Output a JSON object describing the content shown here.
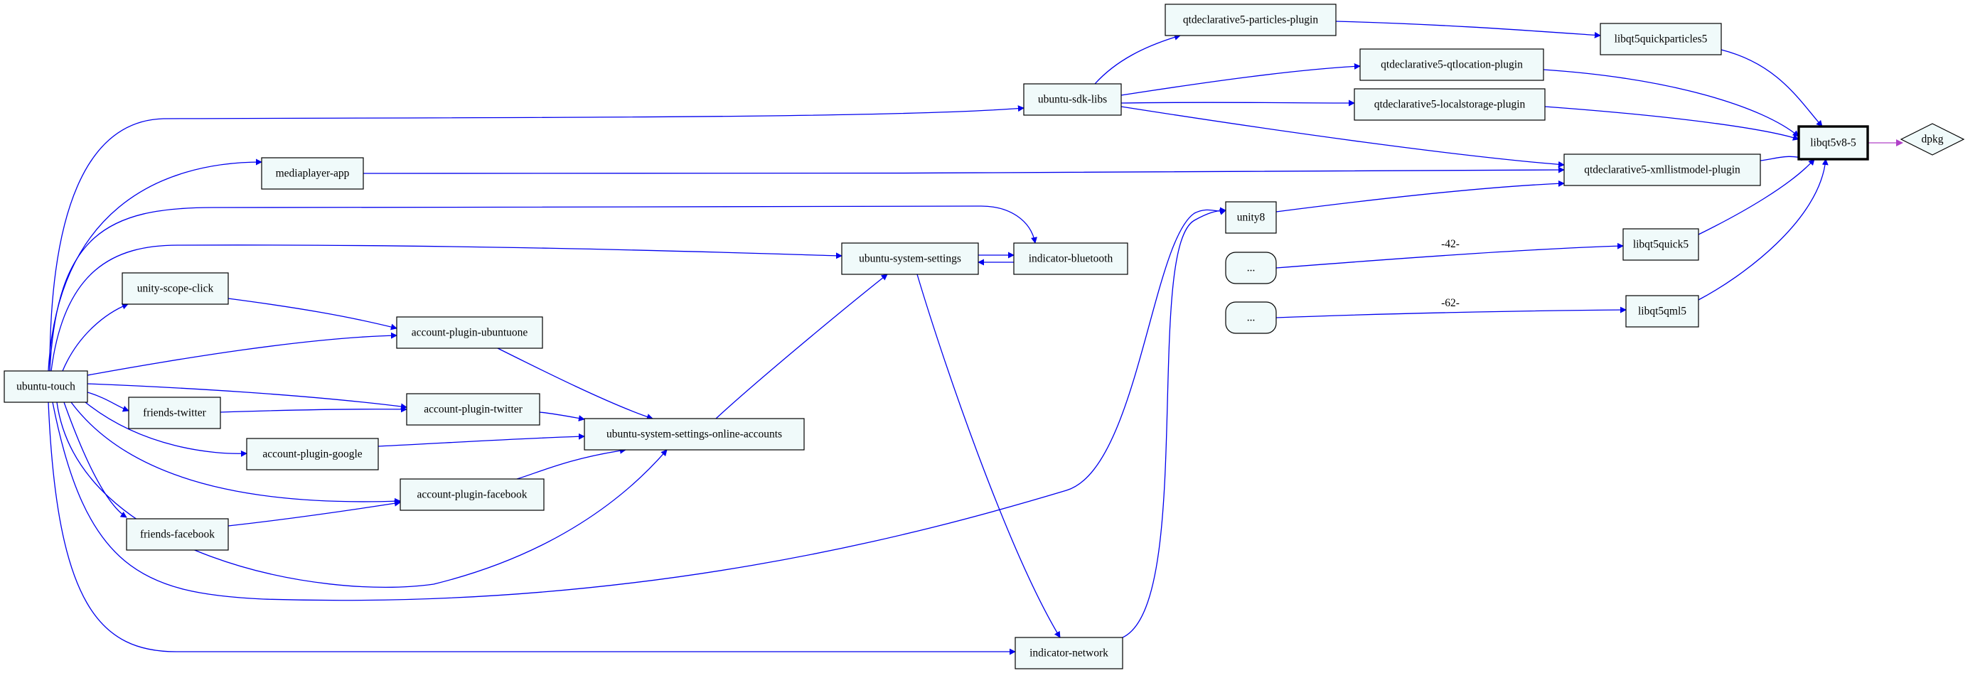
{
  "graph": {
    "colors": {
      "edge": "#0000ee",
      "root_edge": "#b040c8",
      "node_fill": "#f0fafa"
    },
    "nodes": [
      {
        "id": "ubuntu_touch",
        "label": "ubuntu-touch"
      },
      {
        "id": "ubuntu_sdk_libs",
        "label": "ubuntu-sdk-libs"
      },
      {
        "id": "mediaplayer_app",
        "label": "mediaplayer-app"
      },
      {
        "id": "unity_scope_click",
        "label": "unity-scope-click"
      },
      {
        "id": "account_plugin_ubuntuone",
        "label": "account-plugin-ubuntuone"
      },
      {
        "id": "friends_twitter",
        "label": "friends-twitter"
      },
      {
        "id": "account_plugin_twitter",
        "label": "account-plugin-twitter"
      },
      {
        "id": "account_plugin_google",
        "label": "account-plugin-google"
      },
      {
        "id": "account_plugin_facebook",
        "label": "account-plugin-facebook"
      },
      {
        "id": "friends_facebook",
        "label": "friends-facebook"
      },
      {
        "id": "ubuntu_system_settings_online_accounts",
        "label": "ubuntu-system-settings-online-accounts"
      },
      {
        "id": "ubuntu_system_settings",
        "label": "ubuntu-system-settings"
      },
      {
        "id": "indicator_bluetooth",
        "label": "indicator-bluetooth"
      },
      {
        "id": "indicator_network",
        "label": "indicator-network"
      },
      {
        "id": "unity8",
        "label": "unity8"
      },
      {
        "id": "ellipsis_42",
        "label": "..."
      },
      {
        "id": "ellipsis_62",
        "label": "..."
      },
      {
        "id": "qtdeclarative5_particles_plugin",
        "label": "qtdeclarative5-particles-plugin"
      },
      {
        "id": "qtdeclarative5_qtlocation_plugin",
        "label": "qtdeclarative5-qtlocation-plugin"
      },
      {
        "id": "qtdeclarative5_localstorage_plugin",
        "label": "qtdeclarative5-localstorage-plugin"
      },
      {
        "id": "qtdeclarative5_xmllistmodel_plugin",
        "label": "qtdeclarative5-xmllistmodel-plugin"
      },
      {
        "id": "libqt5quickparticles5",
        "label": "libqt5quickparticles5"
      },
      {
        "id": "libqt5quick5",
        "label": "libqt5quick5"
      },
      {
        "id": "libqt5qml5",
        "label": "libqt5qml5"
      },
      {
        "id": "libqt5v8_5",
        "label": "libqt5v8-5"
      },
      {
        "id": "dpkg",
        "label": "dpkg"
      }
    ],
    "edges": [
      {
        "from": "ubuntu_touch",
        "to": "ubuntu_sdk_libs"
      },
      {
        "from": "ubuntu_touch",
        "to": "mediaplayer_app"
      },
      {
        "from": "ubuntu_touch",
        "to": "indicator_bluetooth"
      },
      {
        "from": "ubuntu_touch",
        "to": "ubuntu_system_settings"
      },
      {
        "from": "ubuntu_touch",
        "to": "unity_scope_click"
      },
      {
        "from": "ubuntu_touch",
        "to": "account_plugin_ubuntuone"
      },
      {
        "from": "ubuntu_touch",
        "to": "account_plugin_twitter"
      },
      {
        "from": "ubuntu_touch",
        "to": "friends_twitter"
      },
      {
        "from": "ubuntu_touch",
        "to": "account_plugin_google"
      },
      {
        "from": "ubuntu_touch",
        "to": "account_plugin_facebook"
      },
      {
        "from": "ubuntu_touch",
        "to": "friends_facebook"
      },
      {
        "from": "ubuntu_touch",
        "to": "ubuntu_system_settings_online_accounts"
      },
      {
        "from": "ubuntu_touch",
        "to": "unity8"
      },
      {
        "from": "ubuntu_touch",
        "to": "indicator_network"
      },
      {
        "from": "unity_scope_click",
        "to": "account_plugin_ubuntuone"
      },
      {
        "from": "friends_twitter",
        "to": "account_plugin_twitter"
      },
      {
        "from": "friends_facebook",
        "to": "account_plugin_facebook"
      },
      {
        "from": "account_plugin_ubuntuone",
        "to": "ubuntu_system_settings_online_accounts"
      },
      {
        "from": "account_plugin_twitter",
        "to": "ubuntu_system_settings_online_accounts"
      },
      {
        "from": "account_plugin_google",
        "to": "ubuntu_system_settings_online_accounts"
      },
      {
        "from": "account_plugin_facebook",
        "to": "ubuntu_system_settings_online_accounts"
      },
      {
        "from": "ubuntu_system_settings_online_accounts",
        "to": "ubuntu_system_settings"
      },
      {
        "from": "ubuntu_system_settings",
        "to": "indicator_bluetooth"
      },
      {
        "from": "indicator_bluetooth",
        "to": "ubuntu_system_settings"
      },
      {
        "from": "ubuntu_system_settings",
        "to": "indicator_network"
      },
      {
        "from": "indicator_network",
        "to": "unity8"
      },
      {
        "from": "mediaplayer_app",
        "to": "qtdeclarative5_xmllistmodel_plugin"
      },
      {
        "from": "ubuntu_sdk_libs",
        "to": "qtdeclarative5_particles_plugin"
      },
      {
        "from": "ubuntu_sdk_libs",
        "to": "qtdeclarative5_qtlocation_plugin"
      },
      {
        "from": "ubuntu_sdk_libs",
        "to": "qtdeclarative5_localstorage_plugin"
      },
      {
        "from": "ubuntu_sdk_libs",
        "to": "qtdeclarative5_xmllistmodel_plugin"
      },
      {
        "from": "unity8",
        "to": "qtdeclarative5_xmllistmodel_plugin"
      },
      {
        "from": "qtdeclarative5_particles_plugin",
        "to": "libqt5quickparticles5"
      },
      {
        "from": "libqt5quickparticles5",
        "to": "libqt5v8_5"
      },
      {
        "from": "qtdeclarative5_qtlocation_plugin",
        "to": "libqt5v8_5"
      },
      {
        "from": "qtdeclarative5_localstorage_plugin",
        "to": "libqt5v8_5"
      },
      {
        "from": "qtdeclarative5_xmllistmodel_plugin",
        "to": "libqt5v8_5"
      },
      {
        "from": "ellipsis_42",
        "to": "libqt5quick5",
        "label": "-42-"
      },
      {
        "from": "ellipsis_62",
        "to": "libqt5qml5",
        "label": "-62-"
      },
      {
        "from": "libqt5quick5",
        "to": "libqt5v8_5"
      },
      {
        "from": "libqt5qml5",
        "to": "libqt5v8_5"
      },
      {
        "from": "libqt5v8_5",
        "to": "dpkg"
      }
    ]
  }
}
